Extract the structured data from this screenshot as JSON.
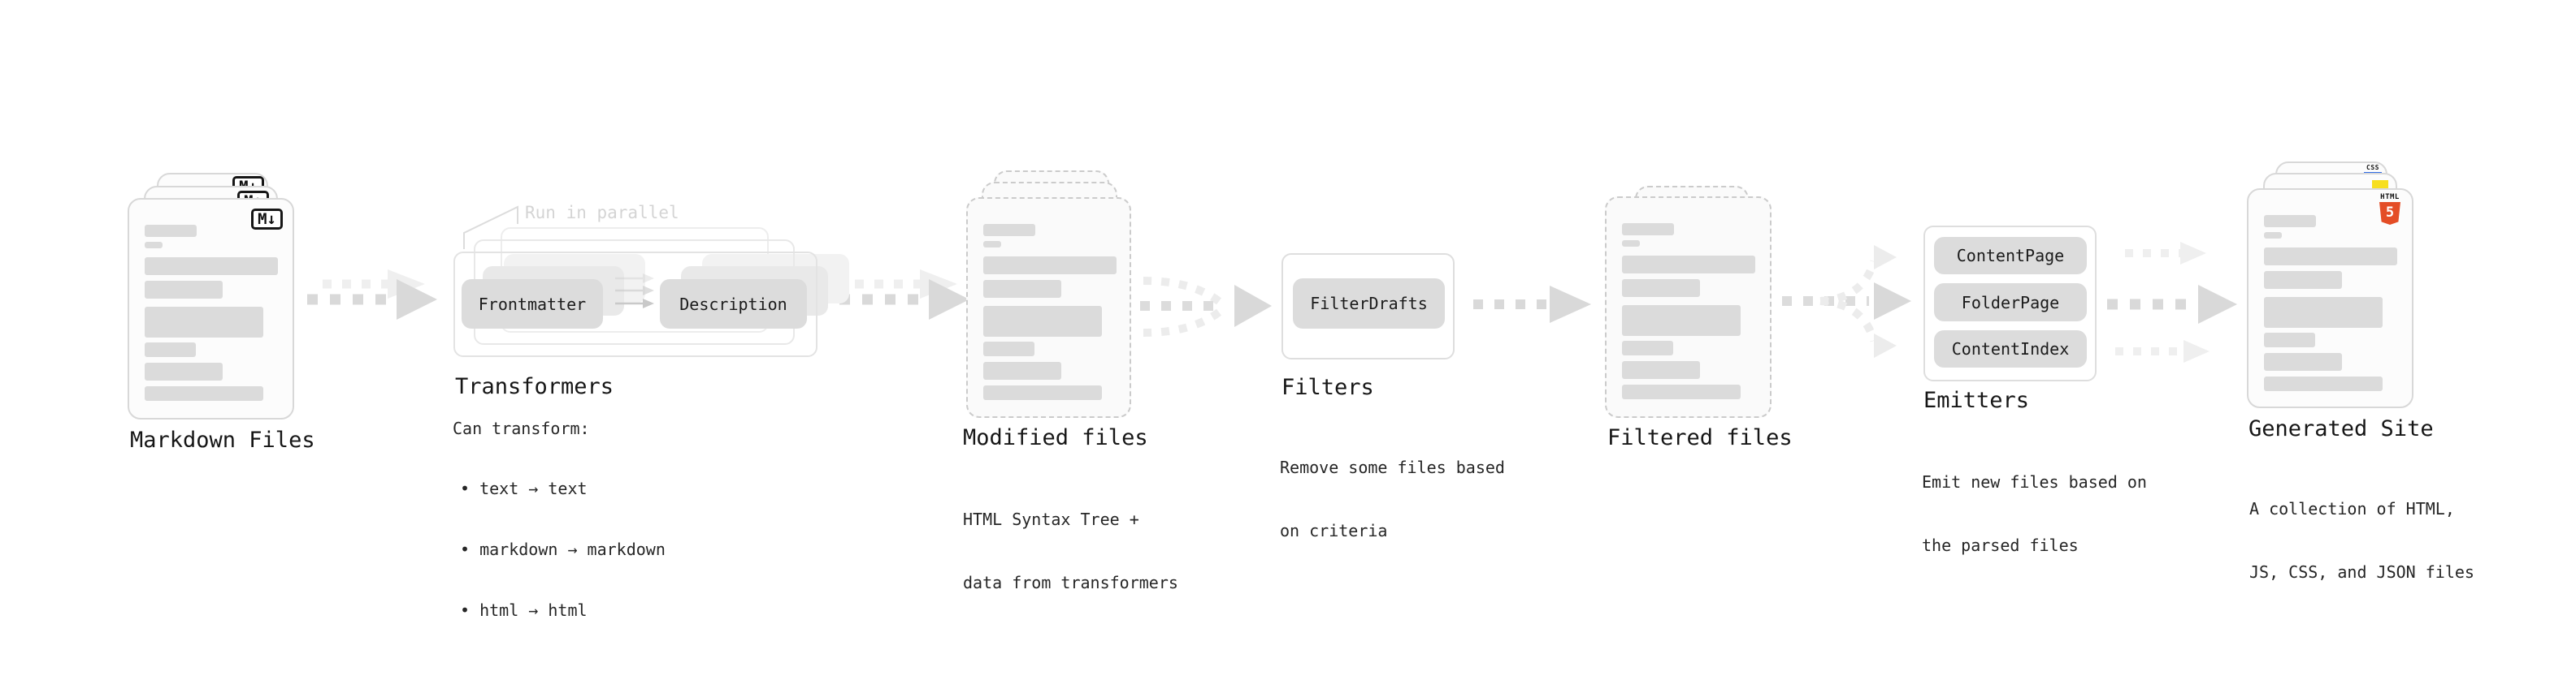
{
  "palette": {
    "background": "#ffffff",
    "card_fill": "#fcfcfc",
    "card_border": "#d8d8d8",
    "dashed_card_fill": "#fafafa",
    "dashed_card_border": "#cbcbcb",
    "frame_border": "#e3e3e3",
    "pill_fill": "#dcdcdc",
    "bar_fill": "#dbdbdb",
    "arrow_dark": "#d9d9d9",
    "arrow_light": "#efefef",
    "note_text": "#d4d4d4",
    "title_text": "#161616",
    "body_text": "#262626",
    "html5_orange": "#e44d26",
    "js_yellow": "#f7df1e",
    "css_blue": "#2f6be4"
  },
  "icons": {
    "markdown": {
      "label": "M↓"
    },
    "html5": {
      "word": "HTML",
      "numeral": "5"
    },
    "css": {
      "word": "CSS"
    }
  },
  "stages": {
    "markdown": {
      "title": "Markdown Files"
    },
    "transformers": {
      "title": "Transformers",
      "note": "Run in parallel",
      "buttons": [
        "Frontmatter",
        "Description"
      ],
      "caption": "Can transform:",
      "bullets": [
        "• text → text",
        "• markdown → markdown",
        "• html → html"
      ]
    },
    "modified": {
      "title": "Modified files",
      "subtitle": [
        "HTML Syntax Tree +",
        "data from transformers"
      ]
    },
    "filters": {
      "title": "Filters",
      "buttons": [
        "FilterDrafts"
      ],
      "subtitle": [
        "Remove some files based",
        "on criteria"
      ]
    },
    "filtered": {
      "title": "Filtered files"
    },
    "emitters": {
      "title": "Emitters",
      "buttons": [
        "ContentPage",
        "FolderPage",
        "ContentIndex"
      ],
      "subtitle": [
        "Emit new files based on",
        "the parsed files"
      ]
    },
    "generated": {
      "title": "Generated Site",
      "subtitle": [
        "A collection of HTML,",
        "JS, CSS, and JSON files"
      ]
    }
  }
}
